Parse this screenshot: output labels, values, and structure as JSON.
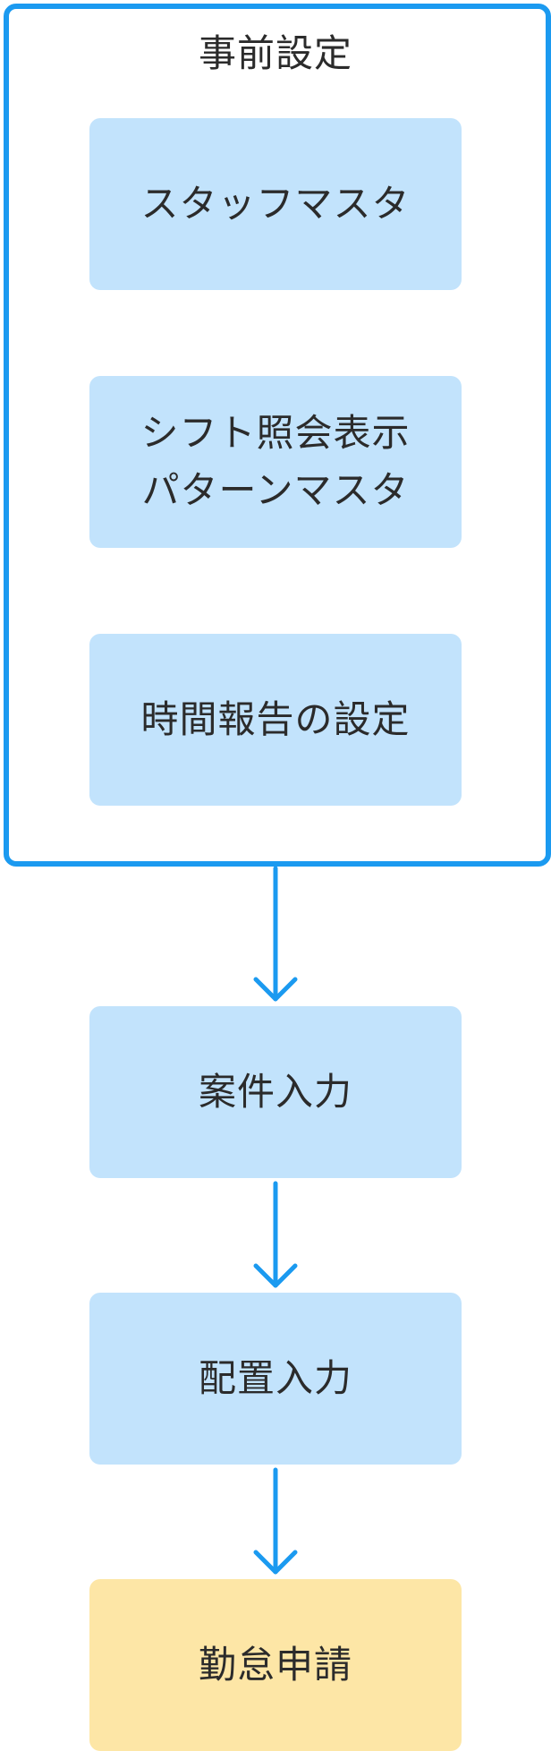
{
  "group": {
    "title": "事前設定",
    "steps": [
      {
        "lines": [
          "スタッフマスタ"
        ]
      },
      {
        "lines": [
          "シフト照会表示",
          "パターンマスタ"
        ]
      },
      {
        "lines": [
          "時間報告の設定"
        ]
      }
    ]
  },
  "flow": [
    {
      "label": "案件入力"
    },
    {
      "label": "配置入力"
    },
    {
      "label": "勤怠申請"
    }
  ],
  "colors": {
    "frame": "#1b9af0",
    "arrow": "#1b9af0",
    "step_fill": "#c2e3fc",
    "final_fill": "#fde6a6",
    "text": "#2b2b2b"
  }
}
